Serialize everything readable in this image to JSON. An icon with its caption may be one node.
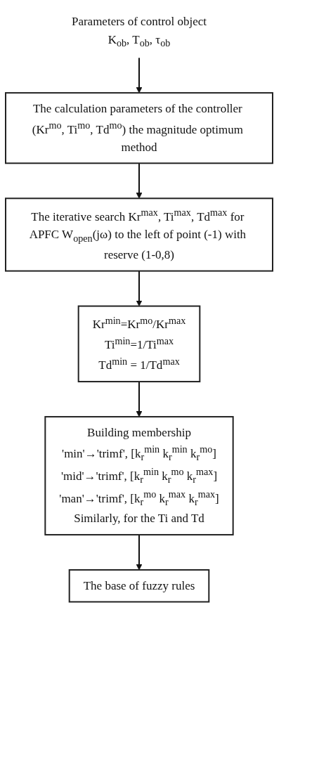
{
  "diagram": {
    "nodes": [
      {
        "text": [
          "Parameters of control object",
          "K$_{ob}$, T$_{ob}$, τ$_{ob}$"
        ]
      },
      {
        "text": [
          "The calculation parameters of the controller (Kr$^{mo}$, Ti$^{mo}$, Td$^{mo}$) the magnitude optimum method"
        ]
      },
      {
        "text": [
          "The iterative search Kr$^{max}$, Ti$^{max}$, Td$^{max}$ for APFC W$_{open}$(jω) to the left of point (-1) with reserve (1-0,8)"
        ]
      },
      {
        "text": [
          "Kr$^{min}$=Kr$^{mo}$/Kr$^{max}$",
          "Ti$^{min}$=1/Ti$^{max}$",
          "Td$^{min}$ = 1/Td$^{max}$"
        ]
      },
      {
        "text": [
          "Building membership",
          "'min'→'trimf', [k$_{r}$$^{min}$ k$_{r}$$^{min}$ k$_{r}$$^{mo}$]",
          "'mid'→'trimf', [k$_{r}$$^{min}$ k$_{r}$$^{mo}$ k$_{r}$$^{max}$]",
          "'man'→'trimf', [k$_{r}$$^{mo}$ k$_{r}$$^{max}$ k$_{r}$$^{max}$]",
          "Similarly, for the Ti and Td"
        ]
      },
      {
        "text": [
          "The base of fuzzy rules"
        ]
      }
    ],
    "edges": [
      {
        "from": 0,
        "to": 1,
        "arrow": "to"
      },
      {
        "from": 1,
        "to": 2,
        "arrow": "to"
      },
      {
        "from": 2,
        "to": 3,
        "arrow": "to"
      },
      {
        "from": 3,
        "to": 4,
        "arrow": "to"
      },
      {
        "from": 4,
        "to": 5,
        "arrow": "to"
      }
    ]
  }
}
